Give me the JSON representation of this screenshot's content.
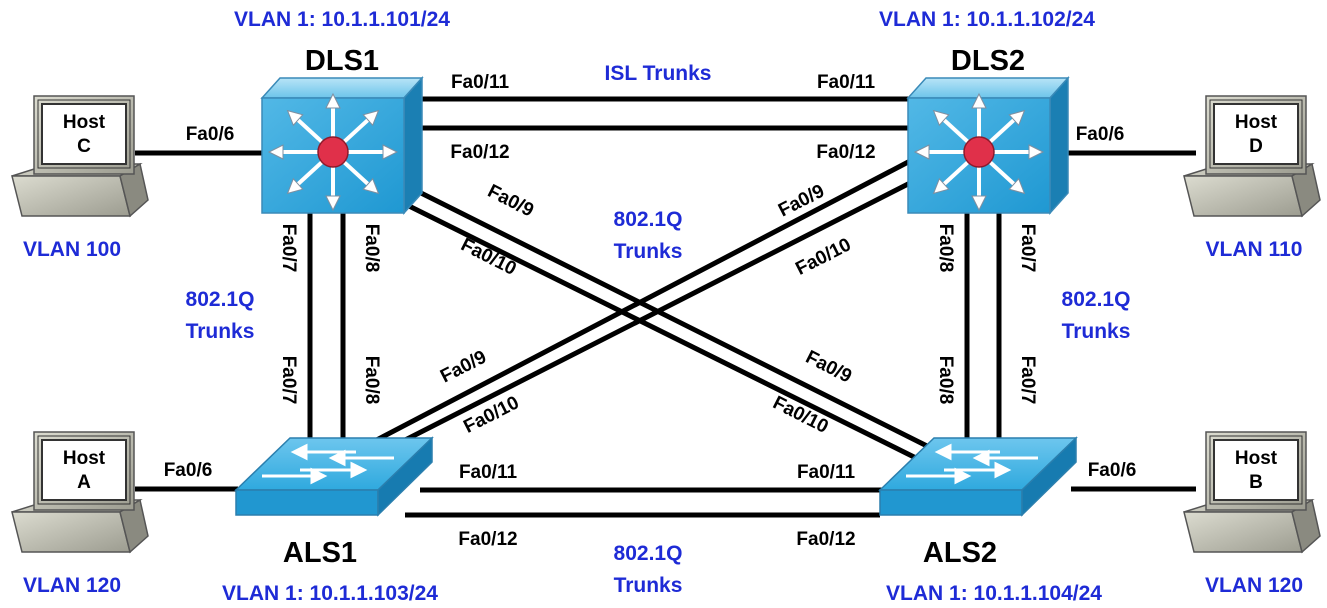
{
  "devices": {
    "dls1": {
      "name": "DLS1",
      "vlan1": "VLAN 1: 10.1.1.101/24"
    },
    "dls2": {
      "name": "DLS2",
      "vlan1": "VLAN 1: 10.1.1.102/24"
    },
    "als1": {
      "name": "ALS1",
      "vlan1": "VLAN 1: 10.1.1.103/24"
    },
    "als2": {
      "name": "ALS2",
      "vlan1": "VLAN 1: 10.1.1.104/24"
    }
  },
  "hosts": {
    "c": {
      "label": "Host",
      "letter": "C",
      "vlan": "VLAN 100",
      "port": "Fa0/6"
    },
    "d": {
      "label": "Host",
      "letter": "D",
      "vlan": "VLAN 110",
      "port": "Fa0/6"
    },
    "a": {
      "label": "Host",
      "letter": "A",
      "vlan": "VLAN 120",
      "port": "Fa0/6"
    },
    "b": {
      "label": "Host",
      "letter": "B",
      "vlan": "VLAN 120",
      "port": "Fa0/6"
    }
  },
  "trunks": {
    "isl": "ISL Trunks",
    "dot1q_word": "802.1Q",
    "trunks_word": "Trunks"
  },
  "ports": {
    "fa011": "Fa0/11",
    "fa012": "Fa0/12",
    "fa09": "Fa0/9",
    "fa010": "Fa0/10",
    "fa07": "Fa0/7",
    "fa08": "Fa0/8"
  },
  "colors": {
    "label_blue": "#1e2bd6",
    "switch_cyan": "#29a9dd",
    "router_dot": "#e0304a",
    "cable": "#000000"
  },
  "icons": {
    "multilayer_switch": "multilayer-switch-icon",
    "access_switch": "workgroup-switch-icon",
    "host": "pc-icon"
  }
}
